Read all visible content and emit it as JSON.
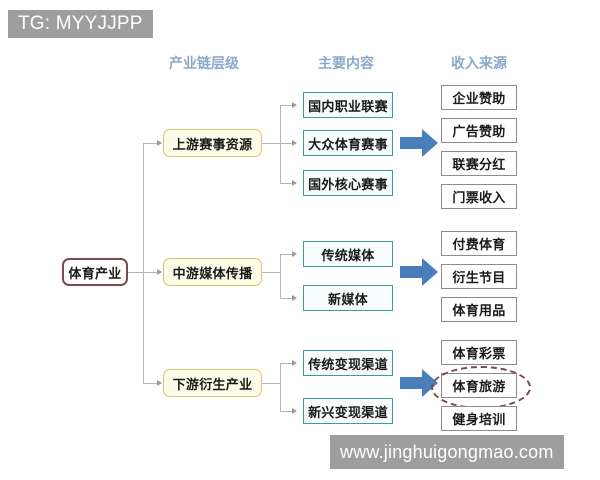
{
  "watermarks": {
    "top": "TG: MYYJJPP",
    "bottom": "www.jinghuigongmao.com"
  },
  "colors": {
    "header_text": "#8ba9c9",
    "root_border": "#7b4a4f",
    "level2_border": "#d4c96a",
    "level2_fill": "#fcfbe8",
    "level3_border": "#3f9a9a",
    "level4_border": "#8c8c8c",
    "block_arrow": "#4a7ebb",
    "connector": "#b5b5b5",
    "highlight_ellipse": "#7b4a4f",
    "watermark_bg": "#9e9e9e"
  },
  "headers": [
    {
      "label": "产业链层级"
    },
    {
      "label": "主要内容"
    },
    {
      "label": "收入来源"
    }
  ],
  "root": {
    "label": "体育产业"
  },
  "branches": [
    {
      "stage": "上游赛事资源",
      "content": [
        {
          "label": "国内职业联赛"
        },
        {
          "label": "大众体育赛事"
        },
        {
          "label": "国外核心赛事"
        }
      ],
      "revenue": [
        {
          "label": "企业赞助",
          "highlighted": false
        },
        {
          "label": "广告赞助",
          "highlighted": false
        },
        {
          "label": "联赛分红",
          "highlighted": false
        },
        {
          "label": "门票收入",
          "highlighted": false
        }
      ]
    },
    {
      "stage": "中游媒体传播",
      "content": [
        {
          "label": "传统媒体"
        },
        {
          "label": "新媒体"
        }
      ],
      "revenue": [
        {
          "label": "付费体育",
          "highlighted": false
        },
        {
          "label": "衍生节目",
          "highlighted": false
        },
        {
          "label": "体育用品",
          "highlighted": false
        }
      ]
    },
    {
      "stage": "下游衍生产业",
      "content": [
        {
          "label": "传统变现渠道"
        },
        {
          "label": "新兴变现渠道"
        }
      ],
      "revenue": [
        {
          "label": "体育彩票",
          "highlighted": false
        },
        {
          "label": "体育旅游",
          "highlighted": true
        },
        {
          "label": "健身培训",
          "highlighted": false
        }
      ]
    }
  ],
  "arrows": {
    "icon": "right-block-arrow",
    "count": 3
  }
}
